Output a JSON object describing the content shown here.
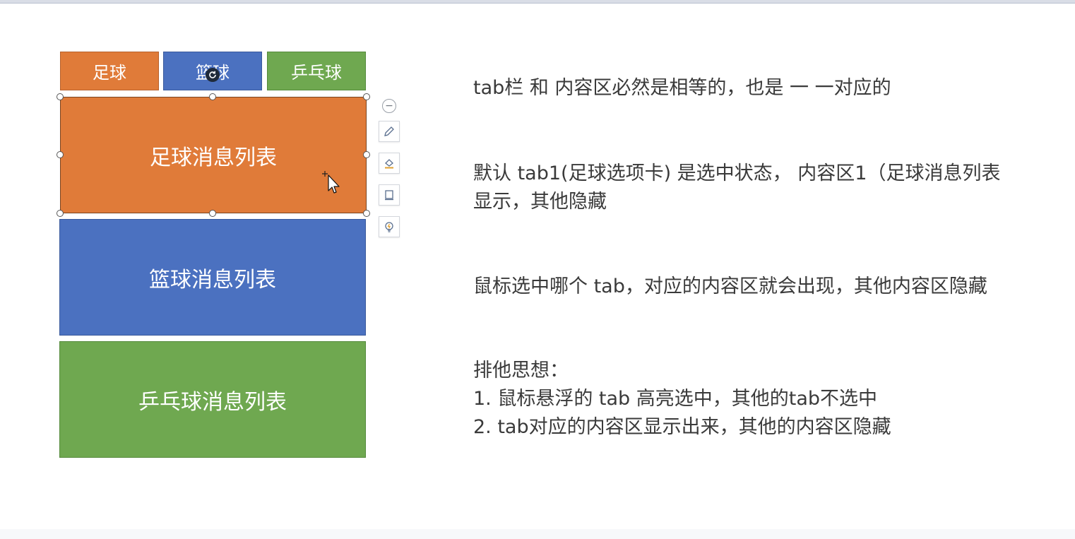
{
  "tabs": [
    {
      "label": "足球"
    },
    {
      "label": "篮球"
    },
    {
      "label": "乒乓球"
    }
  ],
  "panels": [
    {
      "label": "足球消息列表"
    },
    {
      "label": "篮球消息列表"
    },
    {
      "label": "乒乓球消息列表"
    }
  ],
  "notes": {
    "note1": "tab栏 和 内容区必然是相等的，也是 一 一对应的",
    "note2_line1": "默认 tab1(足球选项卡) 是选中状态， 内容区1（足球消息列表",
    "note2_line2": "显示，其他隐藏",
    "note3": "鼠标选中哪个 tab，对应的内容区就会出现，其他内容区隐藏",
    "note4_title": "排他思想：",
    "note4_line1": "1. 鼠标悬浮的 tab 高亮选中，其他的tab不选中",
    "note4_line2": "2. tab对应的内容区显示出来，其他的内容区隐藏"
  },
  "colors": {
    "football": "#e07b39",
    "basketball": "#4b71c0",
    "pingpong": "#6fa850",
    "text": "#3a3a3a"
  },
  "side_tools": [
    "collapse-icon",
    "pen-icon",
    "fill-icon",
    "outline-icon",
    "lightbulb-icon"
  ]
}
